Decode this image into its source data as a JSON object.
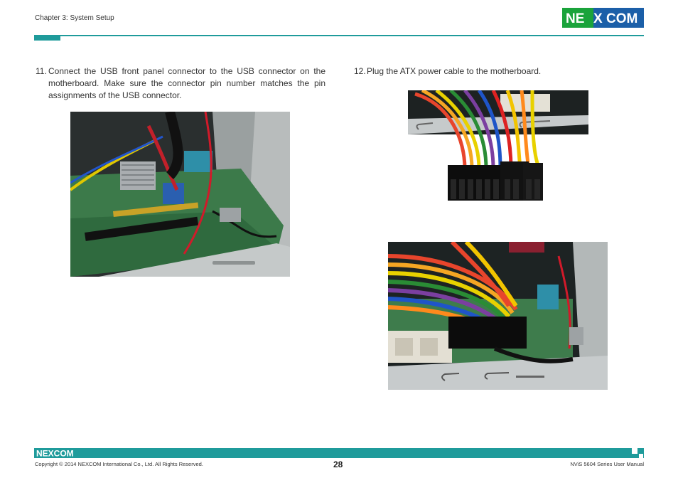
{
  "header": {
    "chapter": "Chapter 3: System Setup",
    "logo_text": "NEXCOM"
  },
  "steps": [
    {
      "num": "11.",
      "text": "Connect the USB front panel connector to the USB connector on the motherboard. Make sure the connector pin number matches the pin assignments of the USB connector."
    },
    {
      "num": "12.",
      "text": "Plug the ATX power cable to the motherboard."
    }
  ],
  "footer": {
    "logo_text": "NEXCOM",
    "copyright": "Copyright © 2014 NEXCOM International Co., Ltd. All Rights Reserved.",
    "page_number": "28",
    "manual_title": "NViS 5604 Series User Manual"
  },
  "colors": {
    "teal": "#1f9b9b",
    "logo_green": "#1aa33b",
    "logo_blue": "#1b5fa8"
  }
}
